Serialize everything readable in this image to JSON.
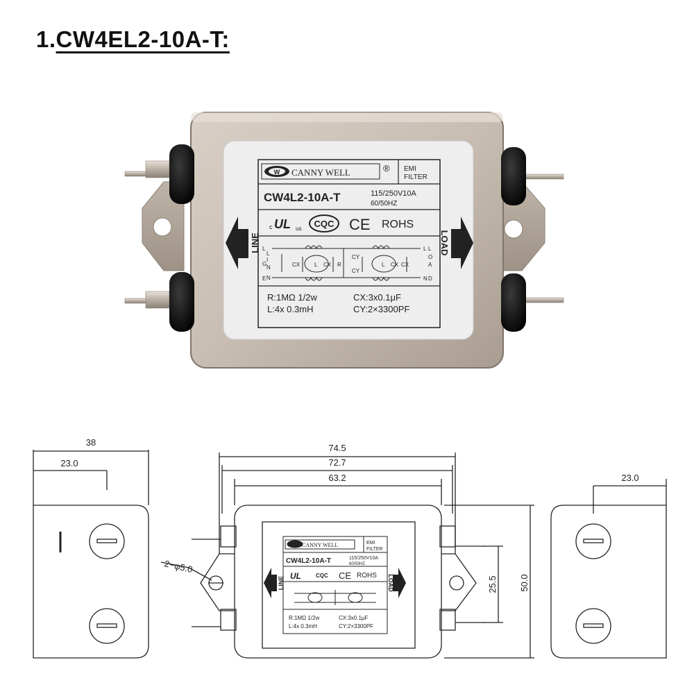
{
  "title": {
    "prefix": "1.",
    "model": "CW4EL2-10A-T:"
  },
  "label": {
    "brand": "CANNY WELL",
    "registered": "®",
    "logo_letter": "W",
    "emi": "EMI",
    "filter": "FILTER",
    "model": "CW4L2-10A-T",
    "rating_voltage": "115/250V10A",
    "rating_freq": "60/50HZ",
    "cert_c": "c",
    "cert_ul": "UL",
    "cert_us": "us",
    "cert_cqc": "CQC",
    "cert_ce": "CE",
    "cert_rohs": "ROHS",
    "line": "LINE",
    "load": "LOAD",
    "spec_r": "R:1MΩ  1/2w",
    "spec_l": "L:4x 0.3mH",
    "spec_cx": "CX:3x0.1μF",
    "spec_cy": "CY:2×3300PF",
    "schem_left": [
      "L",
      "G",
      "N",
      "L",
      "I",
      "N",
      "E"
    ],
    "schem_right": [
      "L",
      "L",
      "O",
      "A",
      "N",
      "D"
    ],
    "cx": "CX",
    "cy": "CY",
    "r": "R",
    "l": "L"
  },
  "dimensions": {
    "width_38": "38",
    "width_23_left": "23.0",
    "width_74_5": "74.5",
    "width_72_7": "72.7",
    "width_63_2": "63.2",
    "hole_note": "2−φ5.0",
    "height_25_5": "25.5",
    "height_50": "50.0",
    "width_23_right": "23.0"
  }
}
